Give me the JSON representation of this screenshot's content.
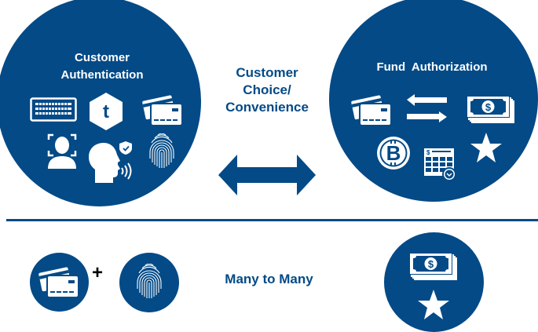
{
  "colors": {
    "primary": "#034a87",
    "background": "#ffffff",
    "icon": "#ffffff"
  },
  "left_panel": {
    "title_line1": "Customer",
    "title_line2": "Authentication",
    "icons": [
      "keyboard-icon",
      "token-t-icon",
      "credit-cards-icon",
      "face-recognition-icon",
      "voice-recognition-icon",
      "fingerprint-icon"
    ]
  },
  "center": {
    "line1": "Customer",
    "line2": "Choice/",
    "line3": "Convenience",
    "arrow": "double-arrow-icon"
  },
  "right_panel": {
    "title": "Fund  Authorization",
    "icons": [
      "credit-cards-icon",
      "transfer-arrows-icon",
      "cash-stack-icon",
      "bitcoin-icon",
      "payment-calendar-icon",
      "star-icon"
    ]
  },
  "bottom": {
    "plus": "+",
    "label": "Many to Many",
    "left_icons": [
      "credit-cards-icon",
      "fingerprint-icon"
    ],
    "right_icons": [
      "cash-stack-icon",
      "star-icon"
    ]
  }
}
